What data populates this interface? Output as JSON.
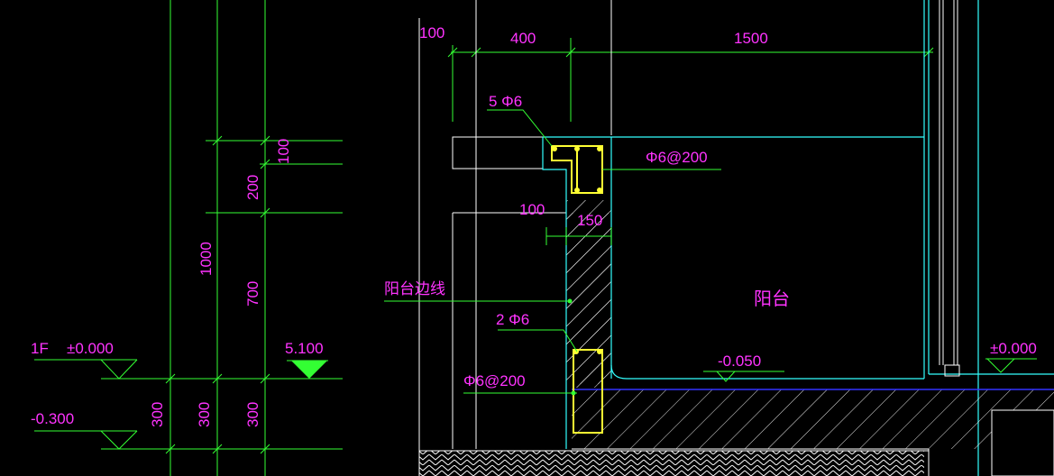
{
  "drawing": {
    "dims": {
      "top_100": "100",
      "top_400": "400",
      "top_1500": "1500",
      "v_100": "100",
      "v_200": "200",
      "v_700": "700",
      "v_1000": "1000",
      "b_300a": "300",
      "b_300b": "300",
      "b_300c": "300",
      "wall_100": "100",
      "wall_150": "150"
    },
    "rebar": {
      "top_bars": "5 Φ6",
      "top_stirrup": "Φ6@200",
      "bottom_bars": "2 Φ6",
      "bottom_stirrup": "Φ6@200"
    },
    "labels": {
      "balcony_edge": "阳台边线",
      "balcony": "阳台",
      "floor_1f": "1F",
      "elev_0": "±0.000",
      "elev_m0300": "-0.300",
      "elev_5100": "5.100",
      "elev_m0050": "-0.050",
      "elev_0_right": "±0.000"
    },
    "colors": {
      "background": "#000000",
      "dimension_line": "#33ff33",
      "text": "#ff33ff",
      "outline": "#33ffff",
      "wall": "#ffffff",
      "rebar": "#ffff00",
      "slab_edge": "#3333ff"
    }
  }
}
